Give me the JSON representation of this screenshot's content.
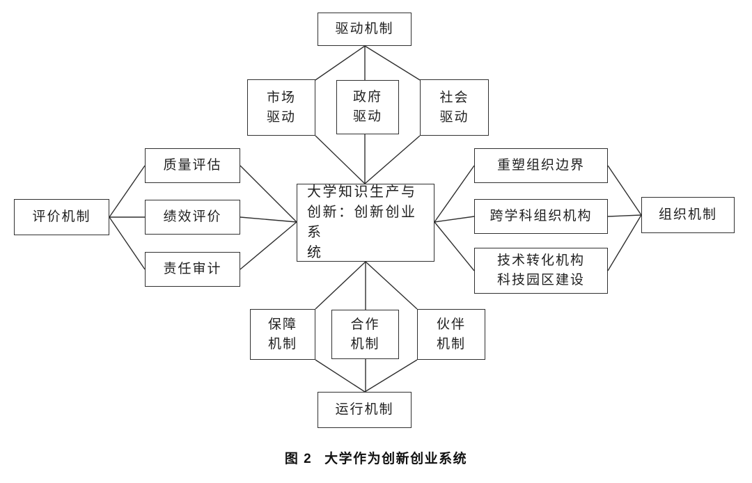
{
  "diagram": {
    "center": "大学知识生产与\n创新：创新创业系\n统",
    "top_hub": "驱动机制",
    "top_items": [
      "市场\n驱动",
      "政府\n驱动",
      "社会\n驱动"
    ],
    "left_hub": "评价机制",
    "left_items": [
      "质量评估",
      "绩效评价",
      "责任审计"
    ],
    "right_hub": "组织机制",
    "right_items": [
      "重塑组织边界",
      "跨学科组织机构",
      "技术转化机构\n科技园区建设"
    ],
    "bottom_hub": "运行机制",
    "bottom_items": [
      "保障\n机制",
      "合作\n机制",
      "伙伴\n机制"
    ]
  },
  "caption": {
    "figure_label": "图 2",
    "title": "大学作为创新创业系统"
  },
  "colors": {
    "background": "#ffffff",
    "line": "#2f2f2f",
    "border": "#2f2f2f",
    "text": "#1f1f1f"
  }
}
